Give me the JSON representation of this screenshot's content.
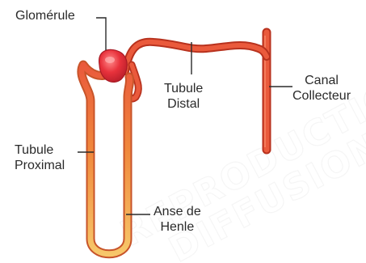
{
  "labels": {
    "glomerule": "Glomérule",
    "tubule_distal": [
      "Tubule",
      "Distal"
    ],
    "canal_collecteur": [
      "Canal",
      "Collecteur"
    ],
    "tubule_proximal": [
      "Tubule",
      "Proximal"
    ],
    "anse_de_henle": [
      "Anse de",
      "Henle"
    ]
  },
  "watermark": {
    "line1": "REPRODUCTION IN",
    "line2": "DIFFUSION INT"
  },
  "colors": {
    "tubule_red": "#ea5a3c",
    "tubule_orange": "#f0883c",
    "tubule_yellow": "#f7c76a",
    "glomerule_red": "#e8323c",
    "leader_line": "#2a2a2a"
  }
}
